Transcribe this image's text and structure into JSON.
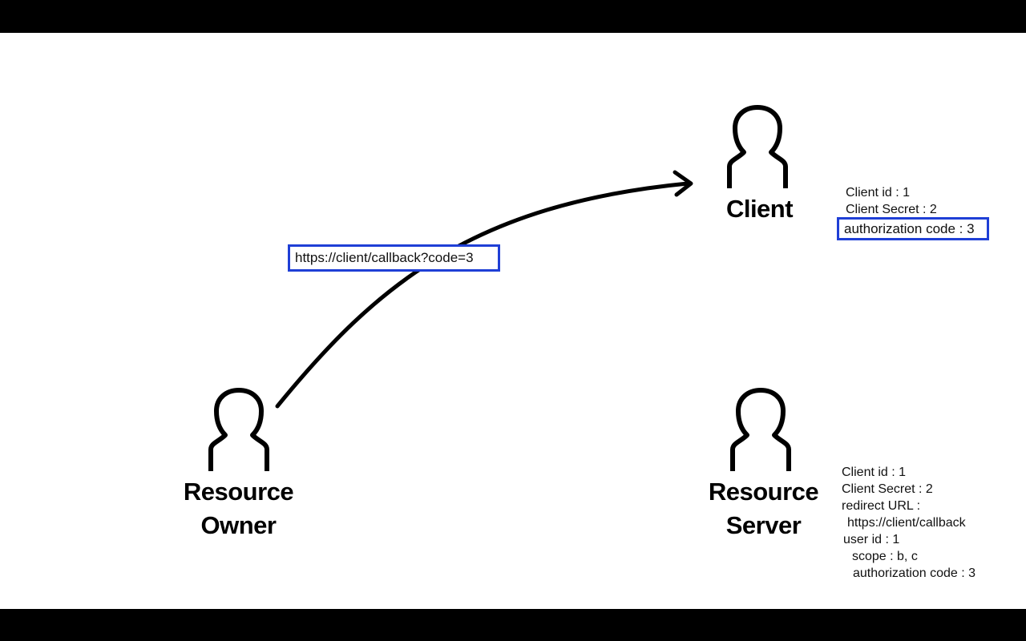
{
  "actors": {
    "client": {
      "label": "Client"
    },
    "resource_owner": {
      "label_line1": "Resource",
      "label_line2": "Owner"
    },
    "resource_server": {
      "label_line1": "Resource",
      "label_line2": "Server"
    }
  },
  "redirect_arrow": {
    "label": "https://client/callback?code=3"
  },
  "client_info": {
    "client_id": "Client id : 1",
    "client_secret": "Client Secret : 2",
    "authorization_code": "authorization code : 3"
  },
  "server_info": {
    "client_id": "Client id : 1",
    "client_secret": "Client Secret : 2",
    "redirect_url_label": "redirect URL :",
    "redirect_url_value": "https://client/callback",
    "user_id": "user id : 1",
    "scope": "scope : b, c",
    "authorization_code": "authorization code : 3"
  },
  "colors": {
    "highlight": "#1f3fd6",
    "ink": "#000000",
    "background": "#ffffff"
  }
}
